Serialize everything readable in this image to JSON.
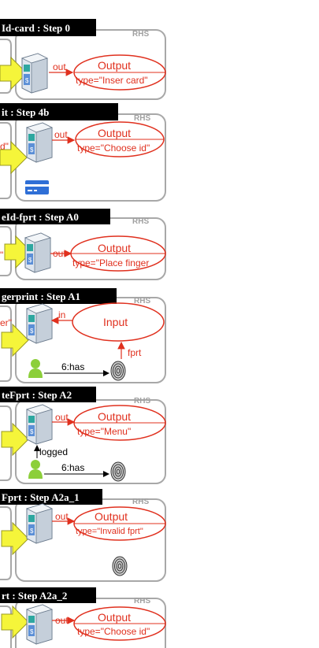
{
  "colors": {
    "red": "#e0301e",
    "gray_box": "#a8a8a8",
    "arrow_yellow": "#f5f53a",
    "title_bg": "#000000",
    "person_green": "#8ccf3a"
  },
  "icons": [
    "atm-icon",
    "person-icon",
    "fingerprint-icon",
    "credit-card-icon",
    "yellow-arrow-icon"
  ],
  "rules": [
    {
      "title": "Id-card : Step 0",
      "rhs": "RHS",
      "node": {
        "label": "Output",
        "type": "type=\"Inser card\""
      },
      "edge": "out",
      "left_text": ""
    },
    {
      "title": "it : Step 4b",
      "rhs": "RHS",
      "node": {
        "label": "Output",
        "type": "type=\"Choose id\""
      },
      "edge": "out",
      "left_text": "d\""
    },
    {
      "title": "eId-fprt : Step A0",
      "rhs": "RHS",
      "node": {
        "label": "Output",
        "type": "type=\"Place finger"
      },
      "edge": "out",
      "left_text": "\""
    },
    {
      "title": "gerprint : Step A1",
      "rhs": "RHS",
      "node": {
        "label": "Input"
      },
      "edge": "in",
      "fprt_label": "fprt",
      "has_label": "6:has",
      "left_text": "er\""
    },
    {
      "title": "teFprt : Step A2",
      "rhs": "RHS",
      "node": {
        "label": "Output",
        "type": "type=\"Menu\""
      },
      "edge": "out",
      "logged_label": "logged",
      "has_label": "6:has"
    },
    {
      "title": "Fprt : Step A2a_1",
      "rhs": "RHS",
      "node": {
        "label": "Output",
        "type": "type=\"Invalid fprt\""
      },
      "edge": "out"
    },
    {
      "title": "rt : Step A2a_2",
      "rhs": "RHS",
      "node": {
        "label": "Output",
        "type": "type=\"Choose id\""
      },
      "edge": "out"
    }
  ]
}
